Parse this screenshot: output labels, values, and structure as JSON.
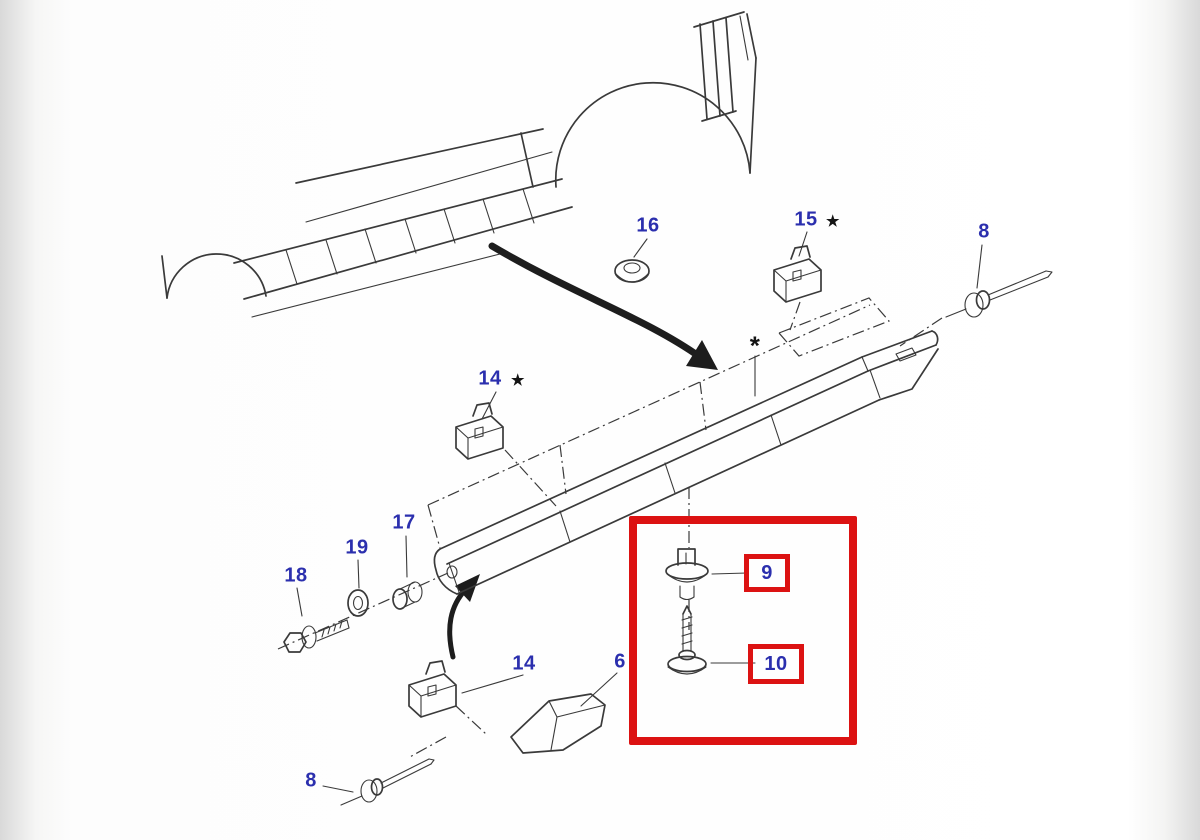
{
  "colors": {
    "blue": "#2b2fae",
    "red": "#dc1212",
    "line": "#3a3a3a"
  },
  "callouts": {
    "c16": {
      "text": "16"
    },
    "c15": {
      "text": "15"
    },
    "star15": {
      "text": "★"
    },
    "c8_top": {
      "text": "8"
    },
    "c14_top": {
      "text": "14"
    },
    "star14": {
      "text": "★"
    },
    "star_mid": {
      "text": "*"
    },
    "c17": {
      "text": "17"
    },
    "c19": {
      "text": "19"
    },
    "c18": {
      "text": "18"
    },
    "c14_bottom": {
      "text": "14"
    },
    "c6": {
      "text": "6"
    },
    "c8_bottom": {
      "text": "8"
    },
    "c9": {
      "text": "9"
    },
    "c10": {
      "text": "10"
    }
  },
  "highlight": {
    "emphasized_parts": [
      "9",
      "10"
    ]
  }
}
